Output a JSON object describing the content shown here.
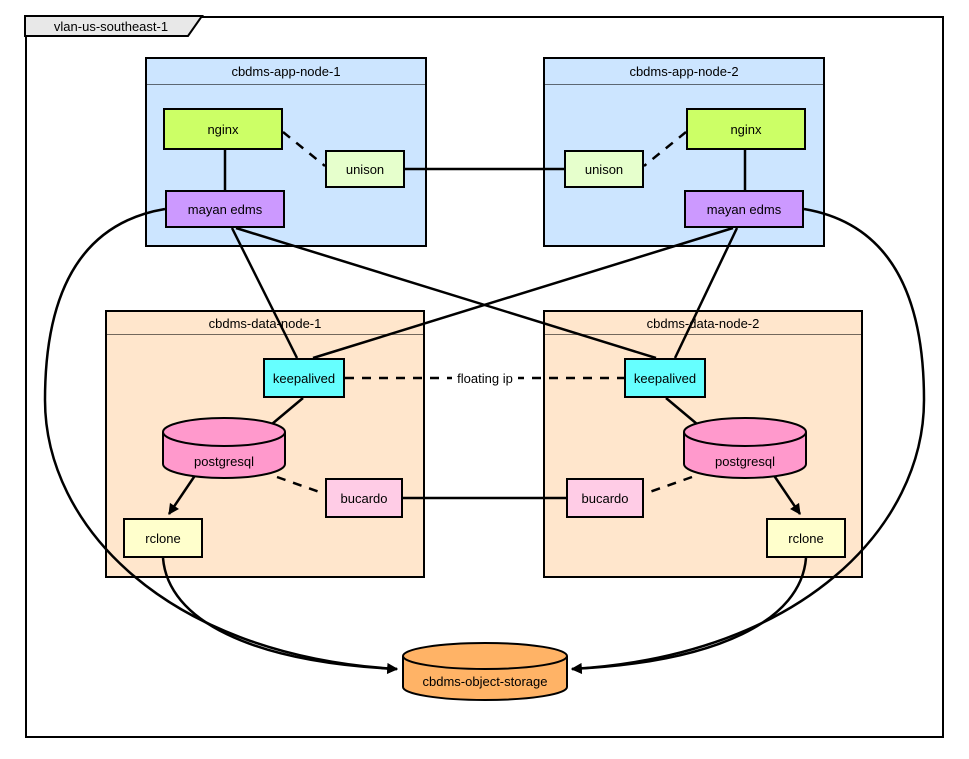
{
  "diagram": {
    "tab_label": "vlan-us-southeast-1",
    "app_node_1": {
      "title": "cbdms-app-node-1",
      "nginx": "nginx",
      "unison": "unison",
      "mayan_edms": "mayan edms"
    },
    "app_node_2": {
      "title": "cbdms-app-node-2",
      "nginx": "nginx",
      "unison": "unison",
      "mayan_edms": "mayan edms"
    },
    "data_node_1": {
      "title": "cbdms-data-node-1",
      "keepalived": "keepalived",
      "postgresql": "postgresql",
      "bucardo": "bucardo",
      "rclone": "rclone"
    },
    "data_node_2": {
      "title": "cbdms-data-node-2",
      "keepalived": "keepalived",
      "postgresql": "postgresql",
      "bucardo": "bucardo",
      "rclone": "rclone"
    },
    "object_storage": {
      "label": "cbdms-object-storage"
    },
    "edge_labels": {
      "floating_ip": "floating ip"
    },
    "edges": [
      {
        "from": "nginx-1",
        "to": "mayan-edms-1",
        "style": "solid"
      },
      {
        "from": "nginx-2",
        "to": "mayan-edms-2",
        "style": "solid"
      },
      {
        "from": "nginx-1",
        "to": "unison-1",
        "style": "dashed"
      },
      {
        "from": "nginx-2",
        "to": "unison-2",
        "style": "dashed"
      },
      {
        "from": "unison-1",
        "to": "unison-2",
        "style": "solid"
      },
      {
        "from": "mayan-edms-1",
        "to": "keepalived-1",
        "style": "solid"
      },
      {
        "from": "mayan-edms-1",
        "to": "keepalived-2",
        "style": "solid"
      },
      {
        "from": "mayan-edms-2",
        "to": "keepalived-1",
        "style": "solid"
      },
      {
        "from": "mayan-edms-2",
        "to": "keepalived-2",
        "style": "solid"
      },
      {
        "from": "keepalived-1",
        "to": "keepalived-2",
        "style": "dashed",
        "label": "floating ip"
      },
      {
        "from": "keepalived-1",
        "to": "postgresql-1",
        "style": "solid"
      },
      {
        "from": "keepalived-2",
        "to": "postgresql-2",
        "style": "solid"
      },
      {
        "from": "postgresql-1",
        "to": "bucardo-1",
        "style": "dashed"
      },
      {
        "from": "postgresql-2",
        "to": "bucardo-2",
        "style": "dashed"
      },
      {
        "from": "bucardo-1",
        "to": "bucardo-2",
        "style": "solid"
      },
      {
        "from": "postgresql-1",
        "to": "rclone-1",
        "style": "arrow"
      },
      {
        "from": "postgresql-2",
        "to": "rclone-2",
        "style": "arrow"
      },
      {
        "from": "rclone-1",
        "to": "cbdms-object-storage",
        "style": "arrow"
      },
      {
        "from": "rclone-2",
        "to": "cbdms-object-storage",
        "style": "arrow"
      },
      {
        "from": "mayan-edms-1",
        "to": "cbdms-object-storage",
        "style": "arrow"
      },
      {
        "from": "mayan-edms-2",
        "to": "cbdms-object-storage",
        "style": "arrow"
      }
    ],
    "colors": {
      "app_container_fill": "#cce5ff",
      "data_container_fill": "#ffe6cc",
      "nginx_fill": "#ccff66",
      "unison_fill": "#e6ffcc",
      "mayan_edms_fill": "#cc99ff",
      "keepalived_fill": "#66ffff",
      "postgresql_fill": "#ff99cc",
      "bucardo_fill": "#ffcce6",
      "rclone_fill": "#ffffcc",
      "object_storage_fill": "#ffb366",
      "tab_fill": "#e8e8e8",
      "stroke": "#000000"
    }
  }
}
